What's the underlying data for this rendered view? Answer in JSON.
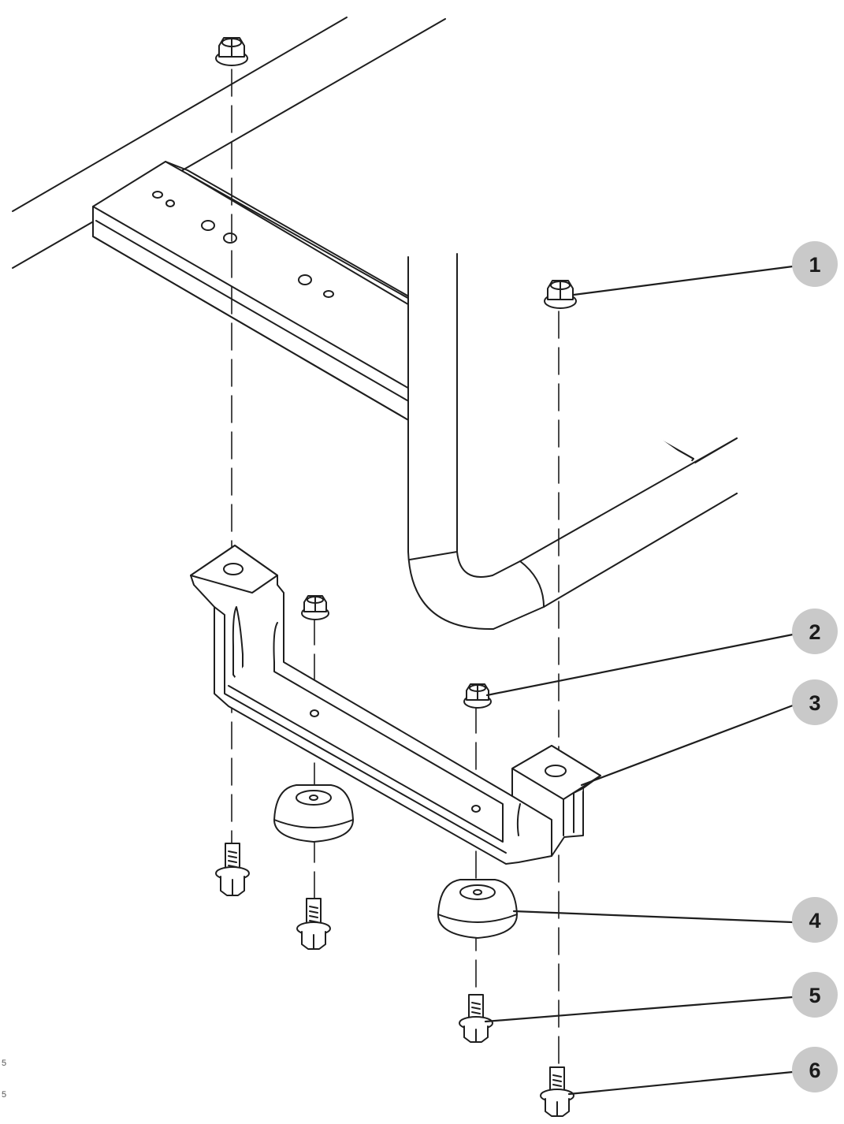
{
  "diagram": {
    "colors": {
      "ink": "#1e1e1e",
      "callout_fill": "#c9c9c9",
      "part_fill": "#ffffff"
    },
    "callouts": [
      {
        "number": "1",
        "part": "flange-nut-top"
      },
      {
        "number": "2",
        "part": "flange-nut-bracket"
      },
      {
        "number": "3",
        "part": "mounting-bracket"
      },
      {
        "number": "4",
        "part": "rubber-isolator"
      },
      {
        "number": "5",
        "part": "flange-bolt-short"
      },
      {
        "number": "6",
        "part": "flange-bolt-long"
      }
    ],
    "edge_marks": [
      "5",
      "5"
    ]
  }
}
